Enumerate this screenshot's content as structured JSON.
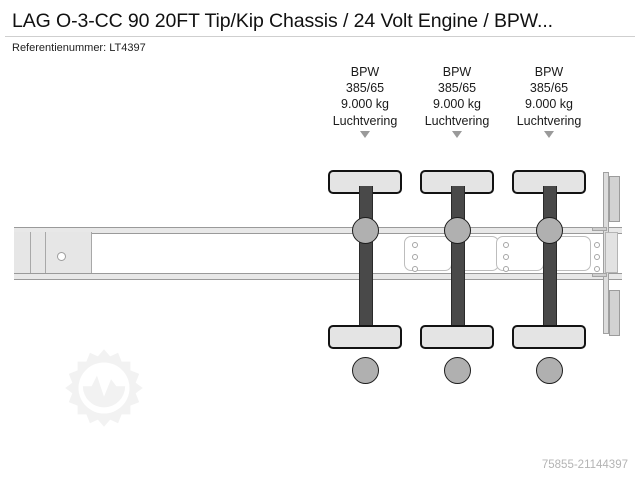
{
  "header": {
    "title": "LAG O-3-CC 90 20FT Tip/Kip Chassis / 24 Volt Engine / BPW...",
    "reference_label": "Referentienummer: LT4397"
  },
  "axles": [
    {
      "brand": "BPW",
      "tyre": "385/65",
      "capacity": "9.000 kg",
      "suspension": "Luchtvering"
    },
    {
      "brand": "BPW",
      "tyre": "385/65",
      "capacity": "9.000 kg",
      "suspension": "Luchtvering"
    },
    {
      "brand": "BPW",
      "tyre": "385/65",
      "capacity": "9.000 kg",
      "suspension": "Luchtvering"
    }
  ],
  "diagram": {
    "type": "trailer-chassis-top-view",
    "axle_count": 3,
    "kingpin_icon": "kingpin-circle-icon",
    "marker_icon": "triangle-down-icon",
    "watermark_icon": "gear-logo-watermark"
  },
  "footer": {
    "listing_id": "75855-21144397"
  },
  "colors": {
    "background": "#ffffff",
    "title_text": "#111111",
    "rule": "#cfcfcf",
    "frame_fill": "#e8e8e8",
    "frame_stroke": "#9a9a9a",
    "axle_bar": "#494949",
    "hub_fill": "#b0b0b0",
    "wheel_fill": "#e4e4e4",
    "wheel_stroke": "#131313",
    "marker": "#9a9a9a",
    "footer_text": "#b4b4b4",
    "watermark": "#f2f2f2"
  }
}
